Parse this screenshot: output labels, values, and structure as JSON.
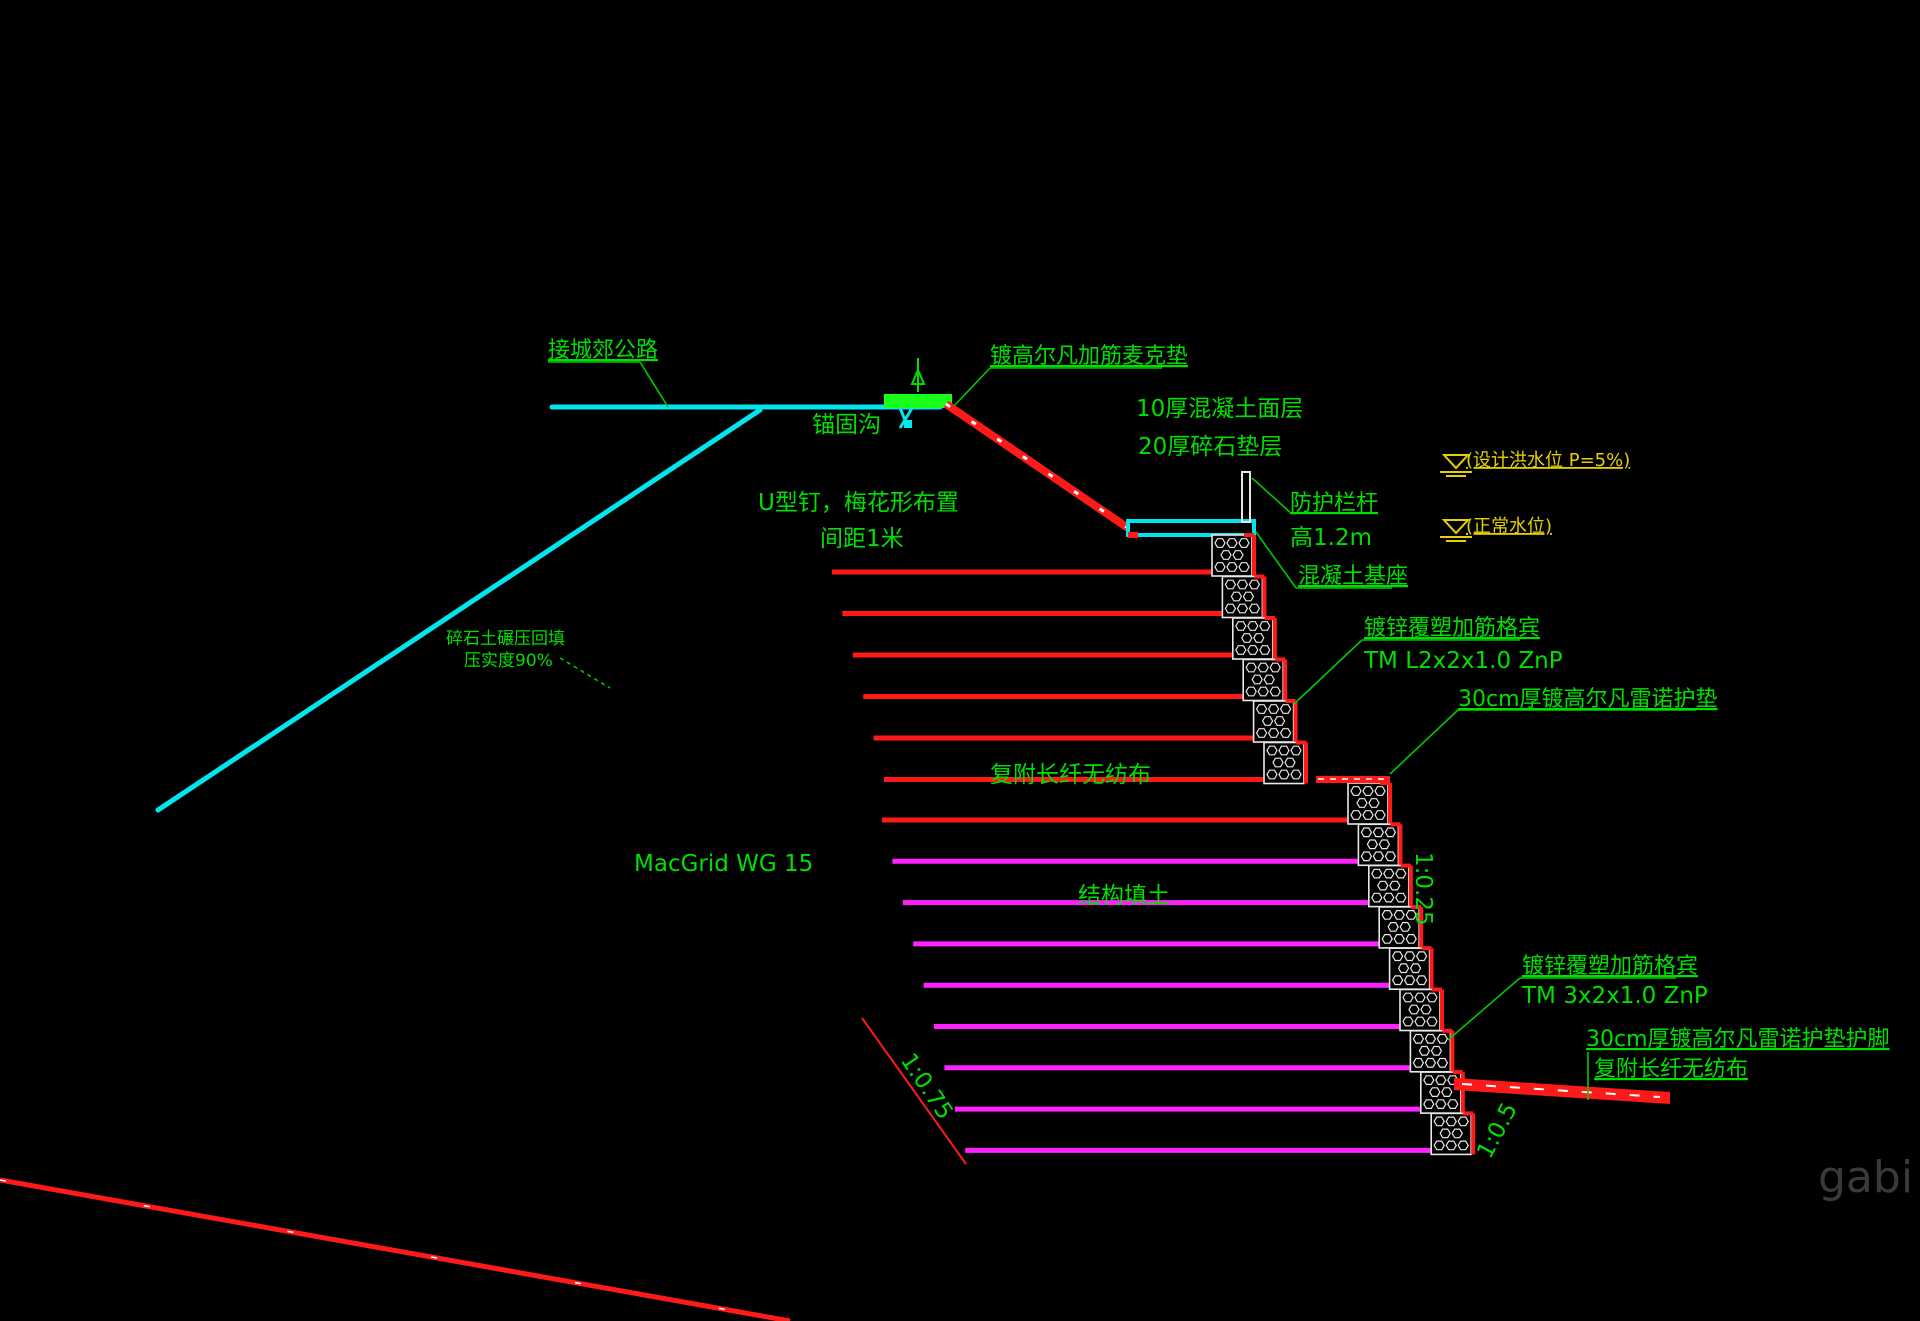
{
  "colors": {
    "background": "#000000",
    "cyan_line": "#00e5ee",
    "red_line": "#ff1a1a",
    "magenta_line": "#ff22ff",
    "label_green": "#00e000",
    "water_level_yellow": "#e6d200",
    "gabion_white": "#e8e8e8"
  },
  "labels": {
    "road": "接城郊公路",
    "mattress_top": "镀高尔凡加筋麦克垫",
    "anchor_trench": "锚固沟",
    "concrete_surface": "10厚混凝土面层",
    "gravel_cushion": "20厚碎石垫层",
    "u_nail": "U型钉，梅花形布置",
    "u_nail_spacing": "间距1米",
    "railing": "防护栏杆",
    "railing_height": "高1.2m",
    "concrete_base": "混凝土基座",
    "design_flood_level": "(设计洪水位 P=5%)",
    "normal_water_level": "(正常水位)",
    "gabion_upper": "镀锌覆塑加筋格宾",
    "gabion_upper_spec": "TM L2x2x1.0 ZnP",
    "reno_mattress": "30cm厚镀高尔凡雷诺护垫",
    "backfill_compaction_1": "碎石土碾压回填",
    "backfill_compaction_2": "压实度90%",
    "geotextile": "复附长纤无纺布",
    "geogrid": "MacGrid WG 15",
    "structural_fill": "结构填土",
    "slope_upper": "1:0.25",
    "gabion_lower": "镀锌覆塑加筋格宾",
    "gabion_lower_spec": "TM 3x2x1.0 ZnP",
    "toe_mattress": "30cm厚镀高尔凡雷诺护垫护脚",
    "toe_geotextile": "复附长纤无纺布",
    "slope_excavation": "1:0.75",
    "slope_toe": "1:0.5",
    "watermark": "gabi"
  }
}
